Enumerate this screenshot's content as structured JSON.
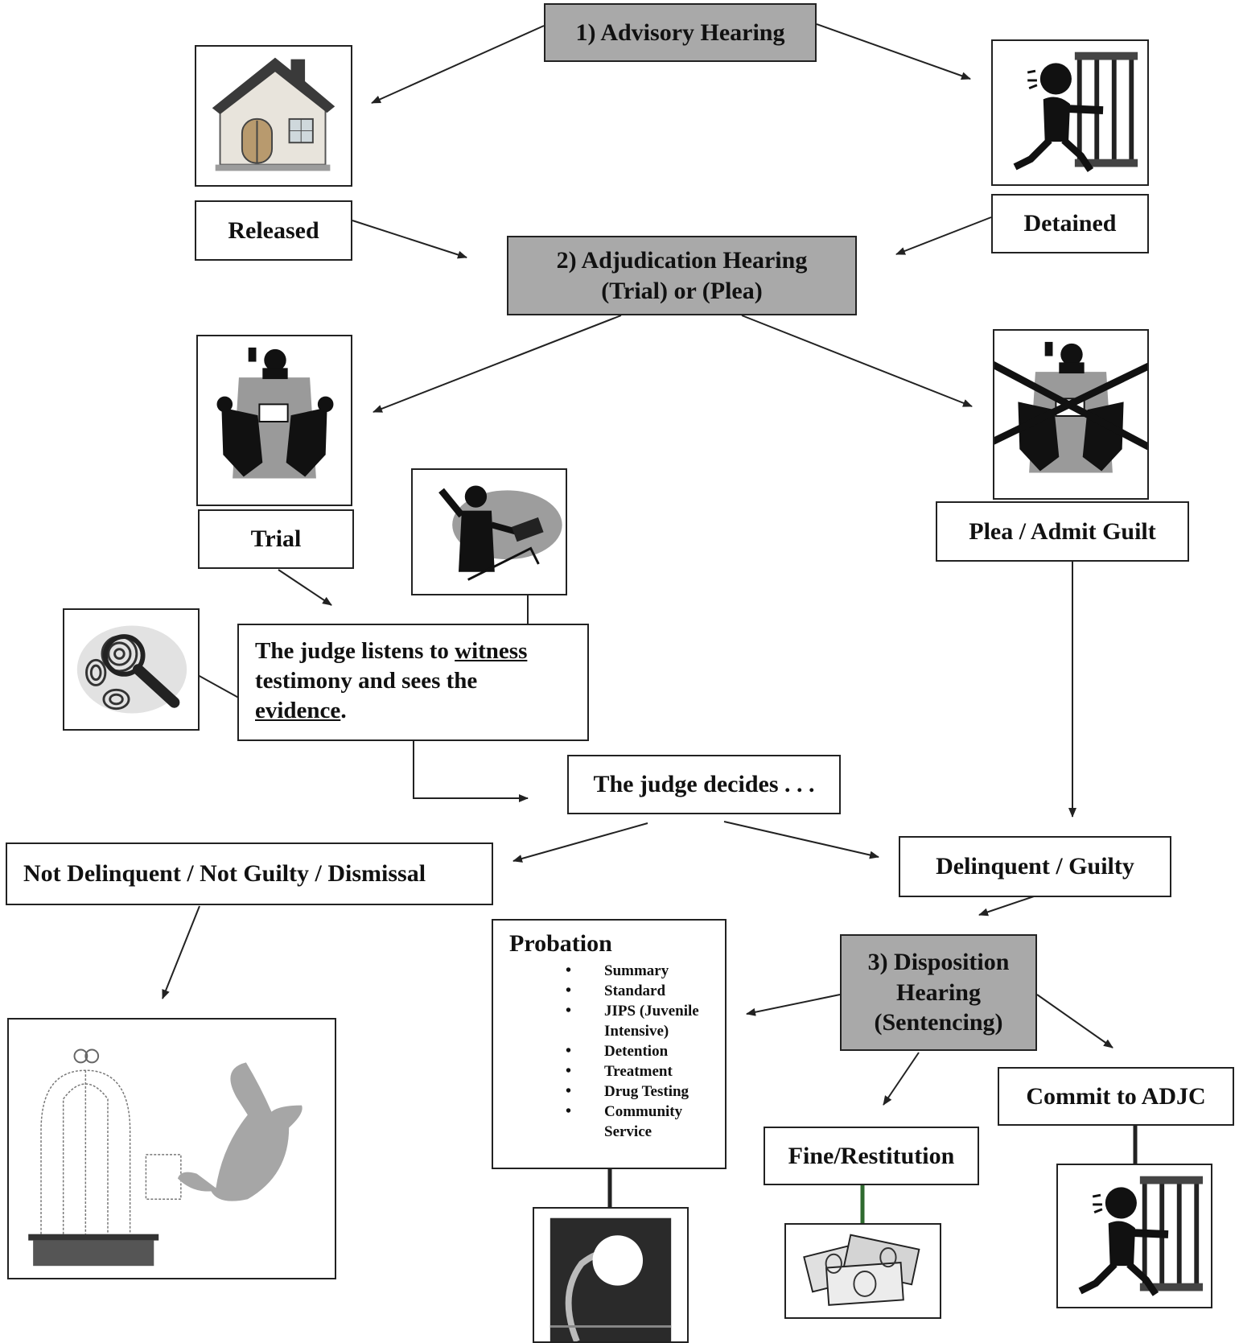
{
  "stages": {
    "advisory": "1) Advisory Hearing",
    "adjudication_line1": "2) Adjudication Hearing",
    "adjudication_line2": "(Trial) or (Plea)",
    "disposition_line1": "3) Disposition",
    "disposition_line2": "Hearing",
    "disposition_line3": "(Sentencing)"
  },
  "labels": {
    "released": "Released",
    "detained": "Detained",
    "trial": "Trial",
    "plea": "Plea / Admit Guilt",
    "judge_decides": "The judge decides . . .",
    "not_guilty": "Not Delinquent / Not Guilty / Dismissal",
    "guilty": "Delinquent / Guilty",
    "fine": "Fine/Restitution",
    "commit": "Commit to ADJC"
  },
  "testimony": {
    "part1": "The judge listens to ",
    "witness": "witness",
    "part2": "testimony and sees the",
    "evidence": "evidence",
    "period": "."
  },
  "probation": {
    "title": "Probation",
    "items": [
      "Summary",
      "Standard",
      "JIPS (Juvenile Intensive)",
      "Detention",
      "Treatment",
      "Drug Testing",
      "Community Service"
    ]
  },
  "icons": {
    "house": "house-icon",
    "jail": "jail-prisoner-icon",
    "courtroom": "courtroom-icon",
    "courtroom_crossed": "courtroom-crossed-icon",
    "witness": "witness-icon",
    "fingerprint": "fingerprint-magnifier-icon",
    "bird_cage": "bird-cage-freedom-icon",
    "probation_image": "probation-image-icon",
    "money": "money-icon"
  }
}
